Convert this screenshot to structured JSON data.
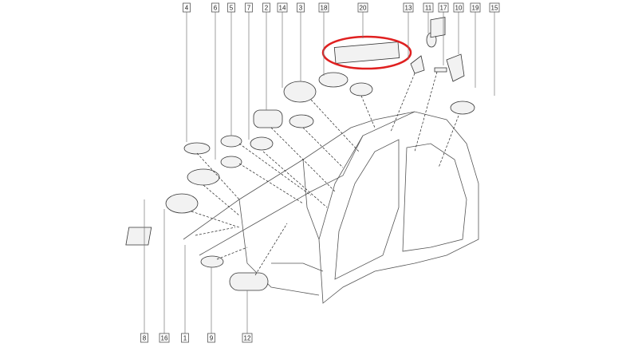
{
  "diagram": {
    "top_callouts": [
      "4",
      "6",
      "5",
      "7",
      "2",
      "14",
      "3",
      "18",
      "20",
      "13",
      "11",
      "17",
      "10",
      "19",
      "15"
    ],
    "bottom_callouts": [
      "8",
      "16",
      "1",
      "9",
      "12"
    ],
    "highlight_color": "#e02020",
    "highlighted_part": "20"
  }
}
